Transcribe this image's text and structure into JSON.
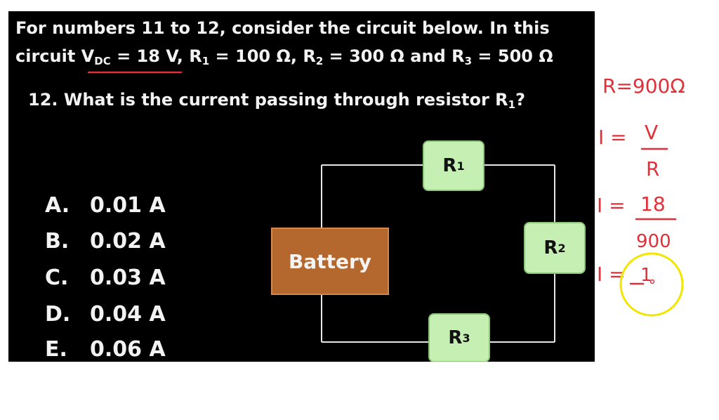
{
  "problem": {
    "line1": "For numbers 11 to 12, consider the circuit below.  In this",
    "circuit_word": "circuit",
    "vdc_label": "V",
    "vdc_sub": "DC",
    "vdc_value": "= 18 V,",
    "r1_label": "R",
    "r1_sub": "1",
    "r1_value": "= 100 Ω,",
    "r2_label": "R",
    "r2_sub": "2",
    "r2_value": "= 300 Ω and",
    "r3_label": "R",
    "r3_sub": "3",
    "r3_value": "= 500 Ω"
  },
  "question": {
    "text": "12. What is the current passing through resistor R",
    "sub": "1",
    "end": "?"
  },
  "choices": [
    {
      "letter": "A.",
      "value": "0.01 A"
    },
    {
      "letter": "B.",
      "value": "0.02 A"
    },
    {
      "letter": "C.",
      "value": "0.03 A"
    },
    {
      "letter": "D.",
      "value": "0.04 A"
    },
    {
      "letter": "E.",
      "value": "0.06 A"
    }
  ],
  "circuit": {
    "battery_label": "Battery",
    "r1": {
      "label": "R",
      "sub": "1"
    },
    "r2": {
      "label": "R",
      "sub": "2"
    },
    "r3": {
      "label": "R",
      "sub": "3"
    }
  },
  "notes": {
    "resistance": "R=900Ω",
    "formula_lhs": "I =",
    "formula_num": "V",
    "formula_den": "R",
    "calc_lhs": "I =",
    "calc_num": "18",
    "calc_den": "900",
    "result": "I =",
    "result_value": "1",
    "ink_color": "#e0303a",
    "highlight_color": "#f2e600"
  }
}
